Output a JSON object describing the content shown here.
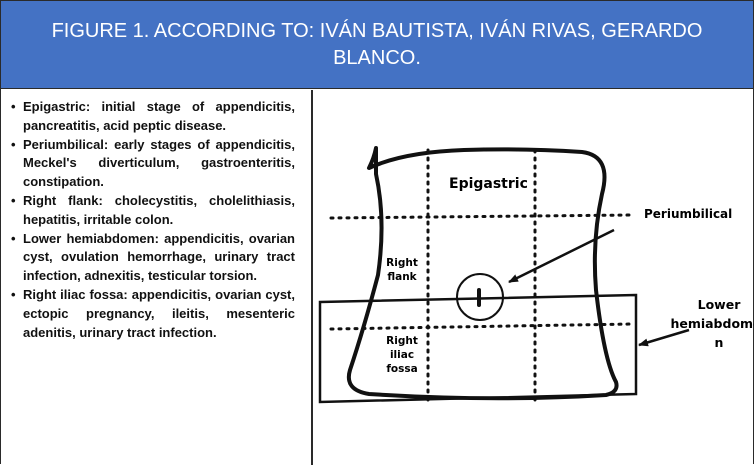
{
  "figure": {
    "title": "FIGURE 1. ACCORDING TO: IVÁN BAUTISTA,  IVÁN RIVAS,  GERARDO BLANCO."
  },
  "list": {
    "items": [
      "Epigastric: initial stage of appendicitis, pancreatitis, acid peptic disease.",
      "Periumbilical: early stages of appendicitis, Meckel's diverticulum, gastroenteritis, constipation.",
      "Right flank: cholecystitis, cholelithiasis, hepatitis, irritable colon.",
      "Lower hemiabdomen: appendicitis, ovarian cyst, ovulation hemorrhage, urinary tract infection, adnexitis, testicular torsion.",
      "Right iliac fossa: appendicitis, ovarian cyst, ectopic pregnancy, ileitis, mesenteric adenitis, urinary tract infection."
    ]
  },
  "diagram": {
    "epigastric": "Epigastric",
    "periumbilical": "Periumbilical",
    "right_flank": [
      "Right",
      "flank"
    ],
    "right_iliac_fossa": [
      "Right",
      "iliac",
      "fossa"
    ],
    "lower_hemiabdomen": [
      "Lower",
      "hemiabdome",
      "n"
    ]
  },
  "colors": {
    "header_bg": "#4472c4",
    "header_text": "#ffffff",
    "ink": "#111111"
  }
}
